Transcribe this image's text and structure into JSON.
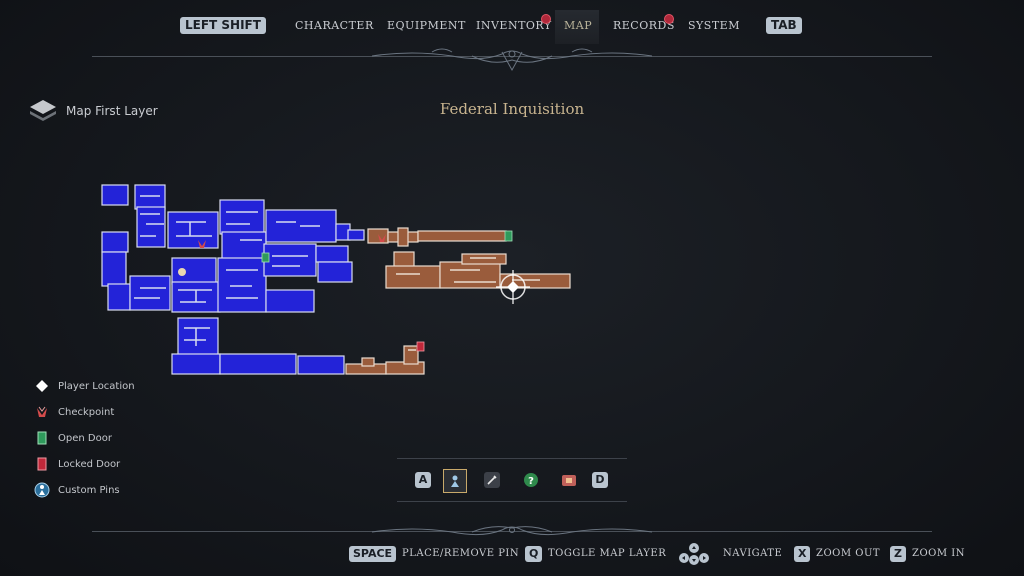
{
  "topbar": {
    "left_key": "LEFT SHIFT",
    "right_key": "TAB",
    "tabs": [
      {
        "label": "CHARACTER",
        "badge": false
      },
      {
        "label": "EQUIPMENT",
        "badge": false
      },
      {
        "label": "INVENTORY",
        "badge": true
      },
      {
        "label": "MAP",
        "badge": false,
        "active": true
      },
      {
        "label": "RECORDS",
        "badge": true
      },
      {
        "label": "SYSTEM",
        "badge": false
      }
    ]
  },
  "layer": {
    "label": "Map First Layer",
    "icon": "layers-icon"
  },
  "area_title": "Federal Inquisition",
  "legend": [
    {
      "label": "Player Location",
      "icon": "diamond-icon"
    },
    {
      "label": "Checkpoint",
      "icon": "checkpoint-icon"
    },
    {
      "label": "Open Door",
      "icon": "open-door-icon"
    },
    {
      "label": "Locked Door",
      "icon": "locked-door-icon"
    },
    {
      "label": "Custom Pins",
      "icon": "custom-pin-icon"
    }
  ],
  "pin_toolbar": {
    "left_key": "A",
    "right_key": "D",
    "pins": [
      "figure-pin-icon",
      "sword-pin-icon",
      "question-pin-icon",
      "chest-pin-icon"
    ]
  },
  "footer": {
    "actions": [
      {
        "key": "SPACE",
        "label": "PLACE/REMOVE PIN"
      },
      {
        "key": "Q",
        "label": "TOGGLE MAP LAYER"
      },
      {
        "key": "dpad",
        "label": "NAVIGATE"
      },
      {
        "key": "X",
        "label": "ZOOM OUT"
      },
      {
        "key": "Z",
        "label": "ZOOM IN"
      }
    ]
  },
  "colors": {
    "explored": "#2323d8",
    "current_area": "#9a5c3c",
    "open_door": "#2f9a5c",
    "locked_door": "#c0283a",
    "checkpoint": "#c04444",
    "accent_title": "#c8b48f"
  }
}
